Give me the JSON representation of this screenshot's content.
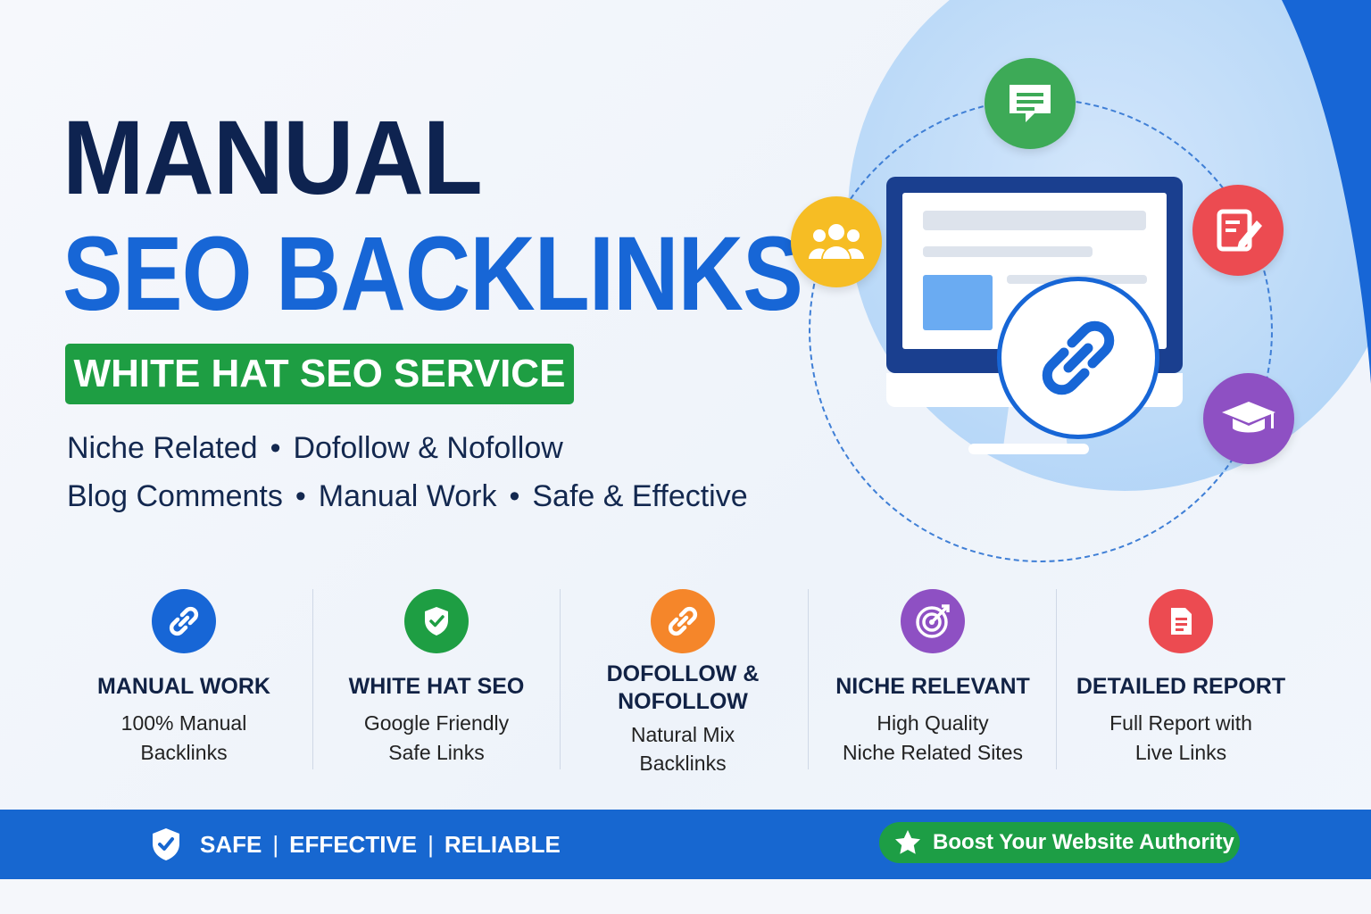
{
  "headline": {
    "line1": "MANUAL",
    "line2": "SEO BACKLINKS",
    "badge": "WHITE HAT SEO SERVICE"
  },
  "feature_lines": {
    "line1": [
      "Niche Related",
      "Dofollow & Nofollow"
    ],
    "line2": [
      "Blog Comments",
      "Manual Work",
      "Safe & Effective"
    ],
    "separator": "•"
  },
  "hero_icons": [
    "chat-icon",
    "users-icon",
    "edit-document-icon",
    "graduation-cap-icon",
    "link-icon"
  ],
  "features": [
    {
      "icon": "link-icon",
      "color": "#1766d6",
      "title": "MANUAL WORK",
      "sub1": "100% Manual",
      "sub2": "Backlinks"
    },
    {
      "icon": "shield-check-icon",
      "color": "#1e9e43",
      "title": "WHITE HAT SEO",
      "sub1": "Google Friendly",
      "sub2": "Safe Links"
    },
    {
      "icon": "link-icon",
      "color": "#f5862a",
      "title1": "DOFOLLOW &",
      "title2": "NOFOLLOW",
      "sub1": "Natural Mix",
      "sub2": "Backlinks"
    },
    {
      "icon": "target-icon",
      "color": "#8e50c3",
      "title": "NICHE RELEVANT",
      "sub1": "High Quality",
      "sub2": "Niche Related Sites"
    },
    {
      "icon": "report-icon",
      "color": "#ec4b51",
      "title": "DETAILED REPORT",
      "sub1": "Full Report with",
      "sub2": "Live Links"
    }
  ],
  "footer": {
    "words": [
      "SAFE",
      "EFFECTIVE",
      "RELIABLE"
    ],
    "separator": "|",
    "cta": "Boost Your Website Authority"
  },
  "colors": {
    "navy": "#0e2350",
    "blue": "#1766d6",
    "green": "#1e9e43",
    "footer_bg": "#1767d0"
  }
}
